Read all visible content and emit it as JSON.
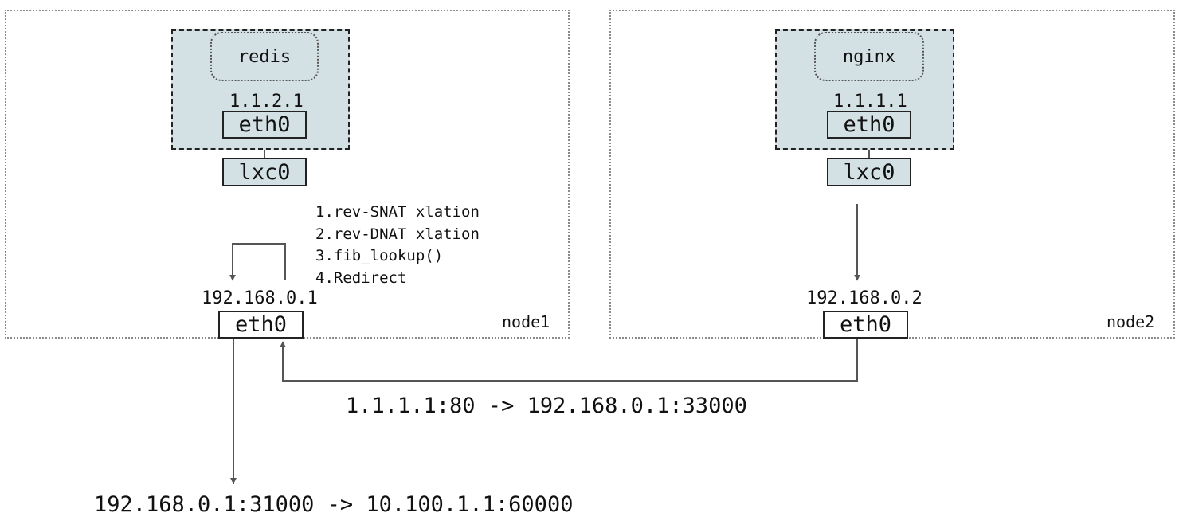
{
  "node1": {
    "label": "node1",
    "pod": {
      "container_name": "redis",
      "pod_ip": "1.1.2.1",
      "pod_iface": "eth0"
    },
    "host_veth": "lxc0",
    "host_ip": "192.168.0.1",
    "host_iface": "eth0",
    "steps": [
      "1.rev-SNAT xlation",
      "2.rev-DNAT xlation",
      "3.fib_lookup()",
      "4.Redirect"
    ]
  },
  "node2": {
    "label": "node2",
    "pod": {
      "container_name": "nginx",
      "pod_ip": "1.1.1.1",
      "pod_iface": "eth0"
    },
    "host_veth": "lxc0",
    "host_ip": "192.168.0.2",
    "host_iface": "eth0"
  },
  "flows": {
    "inter_node": "1.1.1.1:80 -> 192.168.0.1:33000",
    "egress": "192.168.0.1:31000 -> 10.100.1.1:60000"
  },
  "colors": {
    "pod_fill": "#d3e1e4",
    "line": "#555555"
  }
}
